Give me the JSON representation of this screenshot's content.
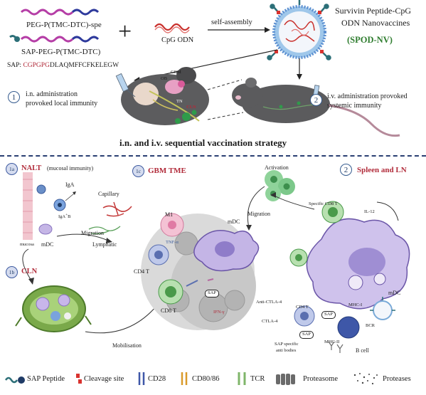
{
  "top": {
    "polymer1": "PEG-P(TMC-DTC)-spe",
    "polymer2": "SAP-PEG-P(TMC-DTC)",
    "sap_prefix": "SAP: ",
    "sap_highlight": "CGPGPG",
    "sap_rest": "DLAQMFFCFKELEGW",
    "plus": "+",
    "cpg": "CpG ODN",
    "self_assembly": "self-assembly",
    "title_line1": "Survivin Peptide-CpG",
    "title_line2": "ODN Nanovaccines",
    "abbr": "(SPOD-NV)",
    "ob": "OB",
    "gbm": "GBM",
    "tn": "TN",
    "cln": "CLN",
    "step1_num": "1",
    "step1_line1": "i.n. administration",
    "step1_line2": "provoked local immunity",
    "step2_num": "2",
    "step2_line1": "i.v. administration provoked",
    "step2_line2": "systemic immunity",
    "strategy": "i.n. and i.v. sequential vaccination strategy"
  },
  "nalt": {
    "badge": "1a",
    "title": "NALT",
    "subtitle": "(mucosal immunity)",
    "iga": "IgA",
    "igab": "IgA",
    "igab_sup": "+",
    "igab_b": "B",
    "capillary": "Capillary",
    "mucosa": "mucosa",
    "mdc": "mDC",
    "migration": "Migration",
    "lymphatic": "Lymphatic"
  },
  "cln_section": {
    "badge": "1b",
    "title": "CLN",
    "mobilisation": "Mobilisation"
  },
  "gbm": {
    "badge": "1c",
    "title": "GBM TME",
    "m1": "M1",
    "tnf": "TNF-α",
    "mdc": "mDC",
    "cd4": "CD4 T",
    "cd8": "CD8 T",
    "sap": "SAP",
    "ifn": "IFN-γ",
    "migration": "Migration"
  },
  "spleen": {
    "badge": "2",
    "title": "Spleen and LN",
    "activation": "Activation",
    "specific_cd8": "Specific CD8 T",
    "il12": "IL-12",
    "mdc": "mDC",
    "anti_ctla4": "Anti-CTLA-4",
    "cd4": "CD4 T",
    "ctla4": "CTLA-4",
    "sap1": "SAP",
    "sap2": "SAP",
    "mhc1": "MHC-I",
    "mhc2": "MHC-II",
    "bcr": "BCR",
    "antibodies_line1": "SAP specific",
    "antibodies_line2": "anti bodies",
    "bcell": "B cell"
  },
  "legend": [
    {
      "icon": "sap-peptide-icon",
      "label": "SAP Peptide"
    },
    {
      "icon": "cleavage-site-icon",
      "label": "Cleavage site"
    },
    {
      "icon": "cd28-icon",
      "label": "CD28"
    },
    {
      "icon": "cd80-86-icon",
      "label": "CD80/86"
    },
    {
      "icon": "tcr-icon",
      "label": "TCR"
    },
    {
      "icon": "proteasome-icon",
      "label": "Proteasome"
    },
    {
      "icon": "proteases-icon",
      "label": "Proteases"
    }
  ],
  "colors": {
    "accent_green": "#2f7d2f",
    "accent_red": "#b12b3a",
    "divider": "#2a3f73",
    "mdc_purple": "#b9a9dd"
  }
}
